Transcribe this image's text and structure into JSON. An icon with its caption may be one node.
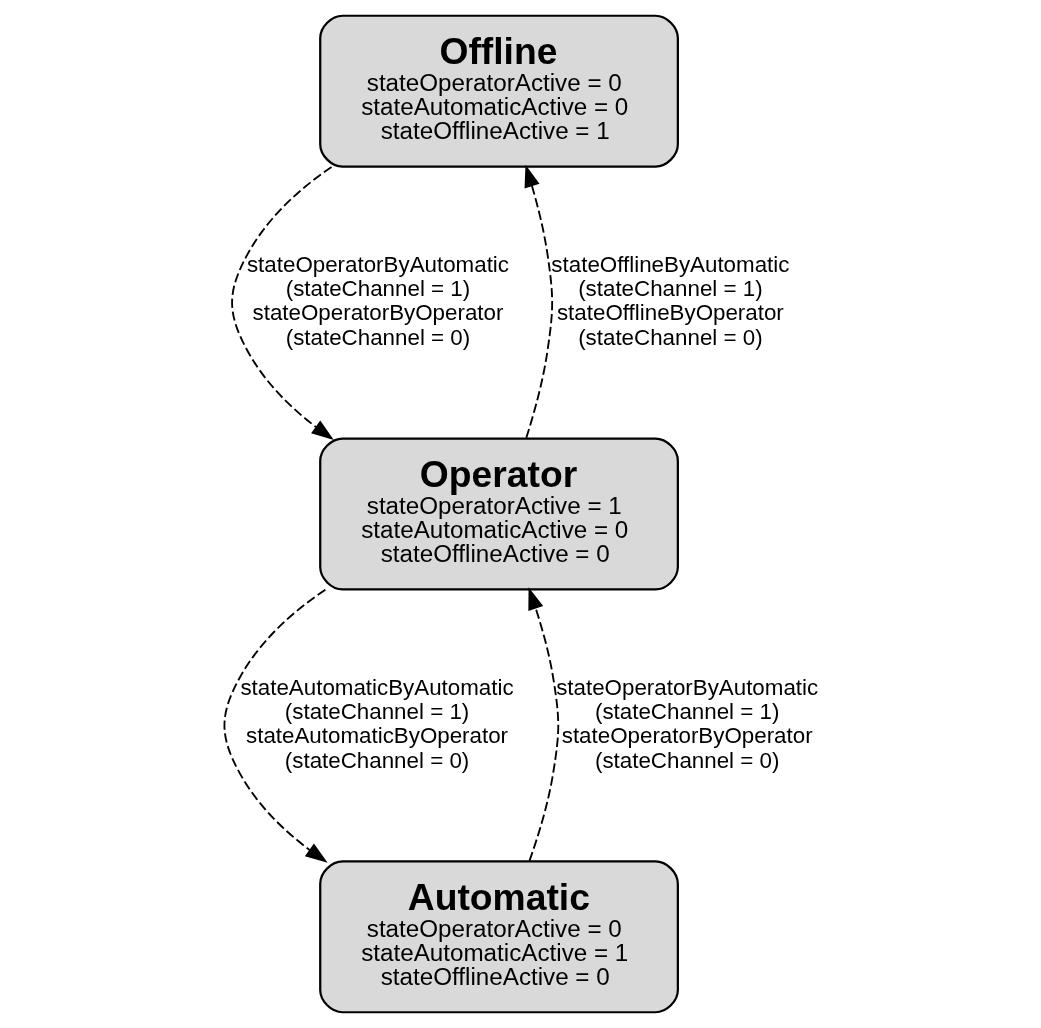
{
  "diagram": {
    "nodes": [
      {
        "text": [
          "Offline",
          "stateOperatorActive = 0",
          "stateAutomaticActive = 0",
          "stateOfflineActive = 1"
        ]
      },
      {
        "text": [
          "Operator",
          "stateOperatorActive = 1",
          "stateAutomaticActive = 0",
          "stateOfflineActive = 0"
        ]
      },
      {
        "text": [
          "Automatic",
          "stateOperatorActive = 0",
          "stateAutomaticActive = 1",
          "stateOfflineActive = 0"
        ]
      }
    ],
    "edges": [
      {
        "from": 1,
        "to": 0,
        "arrow": "to",
        "style": "dashed",
        "label": "stateOfflineByAutomatic (stateChannel = 1) stateOfflineByOperator (stateChannel = 0)"
      },
      {
        "from": 0,
        "to": 1,
        "arrow": "to",
        "style": "dashed",
        "label": "stateOperatorByAutomatic (stateChannel = 1) stateOperatorByOperator (stateChannel = 0)"
      },
      {
        "from": 2,
        "to": 1,
        "arrow": "to",
        "style": "dashed",
        "label": "stateOperatorByAutomatic (stateChannel = 1) stateOperatorByOperator (stateChannel = 0)"
      },
      {
        "from": 1,
        "to": 2,
        "arrow": "to",
        "style": "dashed",
        "label": "stateAutomaticByAutomatic (stateChannel = 1) stateAutomaticByOperator (stateChannel = 0)"
      }
    ]
  }
}
